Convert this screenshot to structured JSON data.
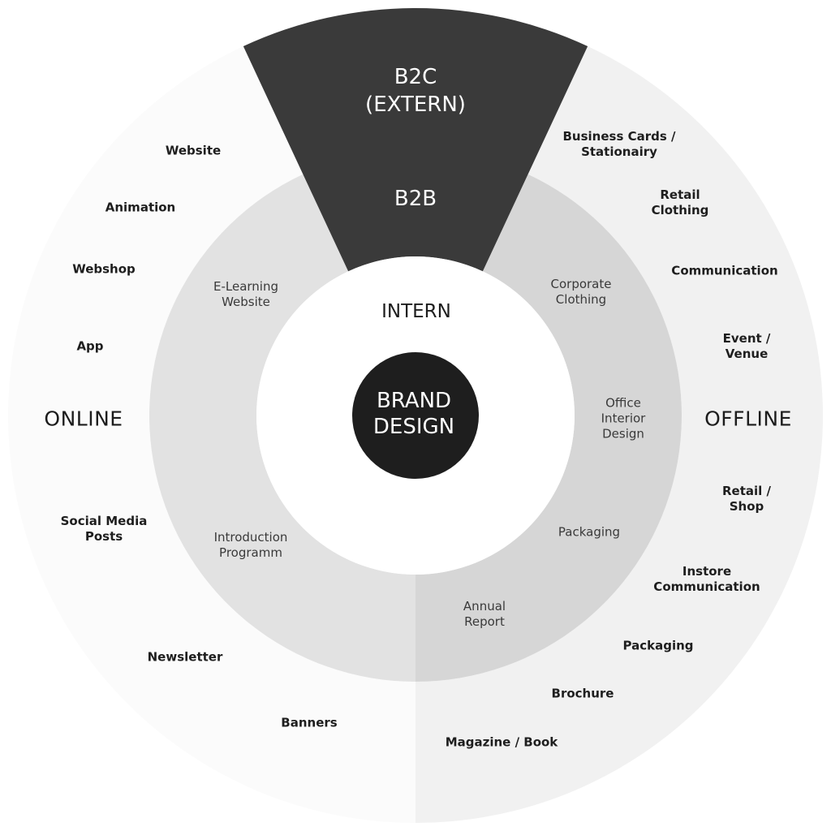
{
  "colors": {
    "outer_left": "#fbfbfb",
    "outer_right": "#f1f1f1",
    "ring_left": "#e2e2e2",
    "ring_right": "#d6d6d6",
    "wedge": "#3a3a3a",
    "inner_disc": "#ffffff",
    "core": "#1e1e1e"
  },
  "sections": {
    "b2c": "B2C\n(EXTERN)",
    "b2b": "B2B",
    "intern": "INTERN",
    "online": "ONLINE",
    "offline": "OFFLINE",
    "core": "BRAND\nDESIGN"
  },
  "online_items": [
    "Website",
    "Animation",
    "Webshop",
    "App",
    "Social Media\nPosts",
    "Newsletter",
    "Banners"
  ],
  "offline_items": [
    "Business Cards /\nStationairy",
    "Retail\nClothing",
    "Communication",
    "Event / Venue",
    "Retail / Shop",
    "Instore\nCommunication",
    "Packaging",
    "Brochure",
    "Magazine / Book"
  ],
  "b2b_items": [
    "E-Learning\nWebsite",
    "Introduction\nProgramm",
    "Corporate\nClothing",
    "Office\nInterior\nDesign",
    "Packaging",
    "Annual\nReport"
  ]
}
